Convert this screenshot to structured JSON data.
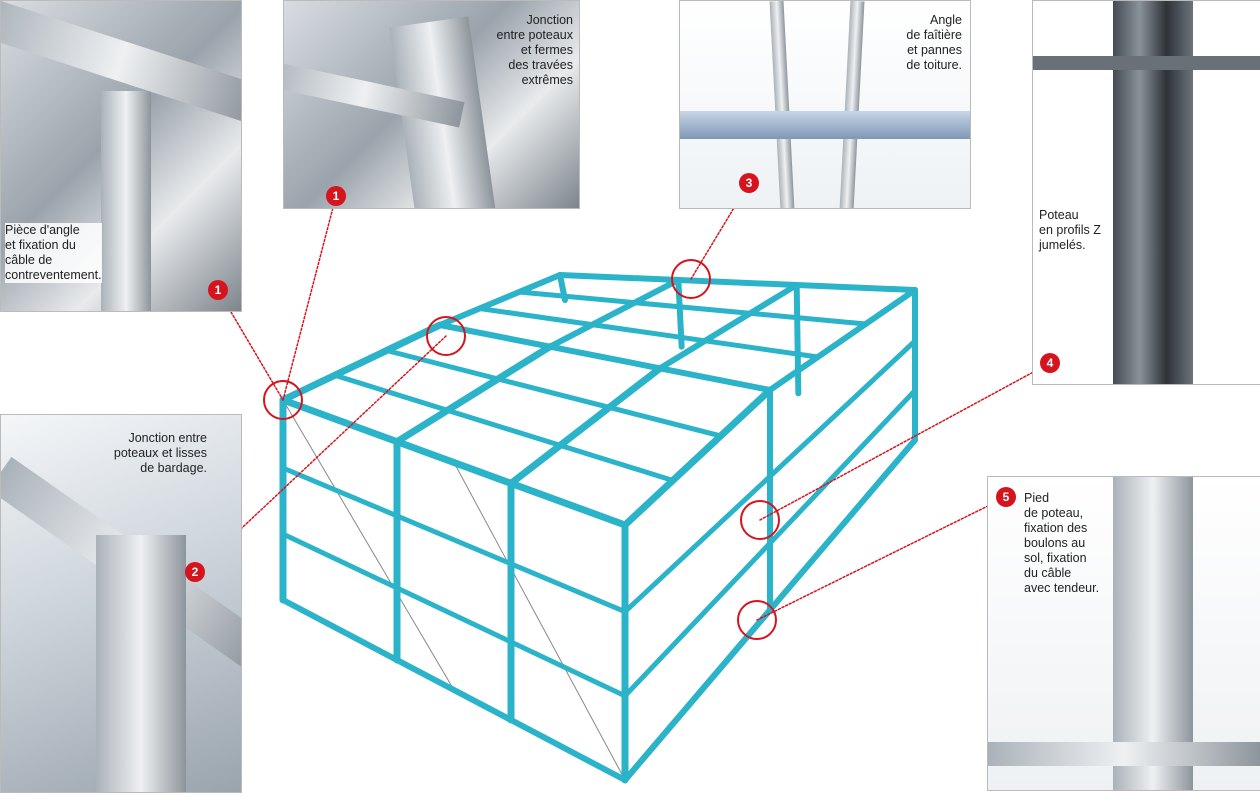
{
  "callouts": [
    {
      "number": "1",
      "text": "Pièce d'angle\net fixation du\ncâble de\ncontreventement."
    },
    {
      "number": "1",
      "text": "Jonction\nentre poteaux\net fermes\ndes travées\nextrêmes"
    },
    {
      "number": "3",
      "text": "Angle\nde faîtière\net pannes\nde toiture."
    },
    {
      "number": "4",
      "text": "Poteau\nen profils Z\njumelés."
    },
    {
      "number": "2",
      "text": "Jonction entre\npoteaux et lisses\nde bardage."
    },
    {
      "number": "5",
      "text": "Pied\nde poteau,\nfixation des\nboulons au\nsol, fixation\ndu câble\navec tendeur."
    }
  ],
  "colors": {
    "structure": "#2bb3c9",
    "marker": "#d6141e"
  }
}
